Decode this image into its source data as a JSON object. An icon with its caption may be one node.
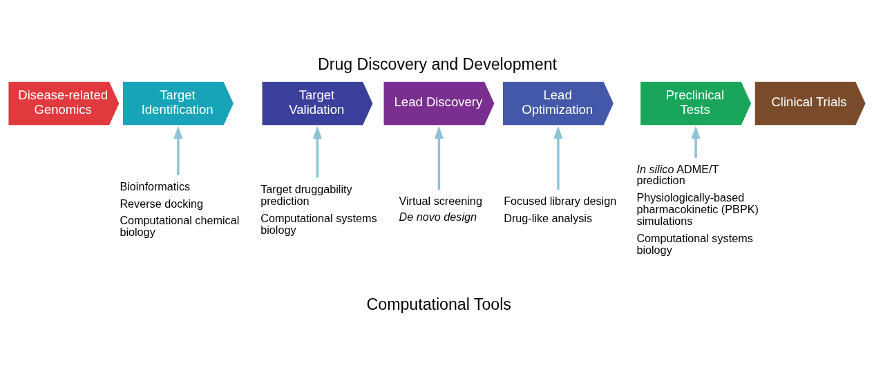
{
  "diagram": {
    "title": "Drug Discovery and Development",
    "caption": "Computational Tools",
    "nodes": [
      {
        "text": [
          "Disease-related Genomics"
        ]
      },
      {
        "text": [
          "Target Identification"
        ]
      },
      {
        "text": [
          "Target Validation"
        ]
      },
      {
        "text": [
          "Lead Discovery"
        ]
      },
      {
        "text": [
          "Lead Optimization"
        ]
      },
      {
        "text": [
          "Preclinical Tests"
        ]
      },
      {
        "text": [
          "Clinical Trials"
        ]
      },
      {
        "text": [
          "Bioinformatics",
          "Reverse docking",
          "Computational chemical biology"
        ]
      },
      {
        "text": [
          "Target druggability prediction",
          "Computational systems biology"
        ]
      },
      {
        "text": [
          "Virtual screening",
          "*De novo design*"
        ]
      },
      {
        "text": [
          "Focused library design",
          "Drug-like analysis"
        ]
      },
      {
        "text": [
          "*In silico* ADME/T prediction",
          "Physiologically-based pharmacokinetic (PBPK) simulations",
          "Computational systems biology"
        ]
      }
    ],
    "edges": [
      {
        "from": 7,
        "to": 1,
        "arrow": "to"
      },
      {
        "from": 8,
        "to": 2,
        "arrow": "to"
      },
      {
        "from": 9,
        "to": 3,
        "arrow": "to"
      },
      {
        "from": 10,
        "to": 4,
        "arrow": "to"
      },
      {
        "from": 11,
        "to": 5,
        "arrow": "to"
      }
    ]
  }
}
